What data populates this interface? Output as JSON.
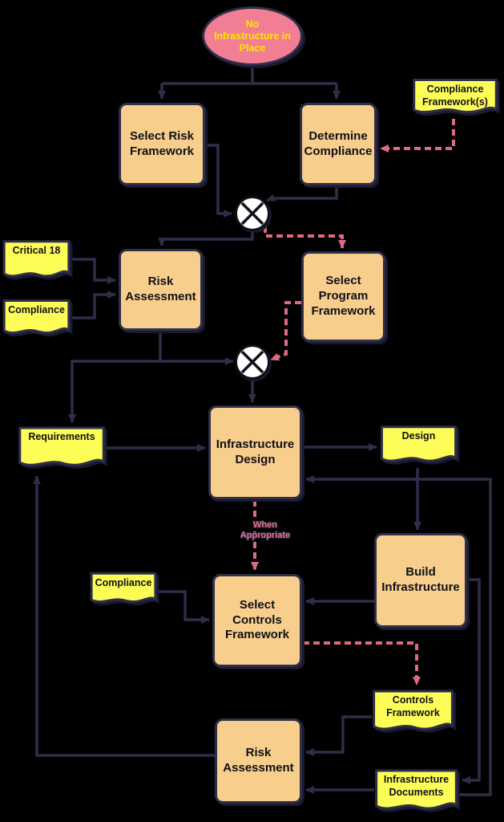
{
  "background": "#000000",
  "colors": {
    "box_fill": "#F7CE8B",
    "box_border": "#2E2E4A",
    "doc_fill": "#FDFD57",
    "start_fill": "#F17E93",
    "start_text": "#FFE500",
    "solid_arrow": "#2E2E4A",
    "dashed_arrow": "#DC6A80",
    "junction_fill": "#FFFFFF",
    "shadow": "#191930"
  },
  "nodes": {
    "start": {
      "label": "No Infrastructure in Place"
    },
    "compliance_frameworks": {
      "label": "Compliance Framework(s)"
    },
    "select_risk_framework": {
      "label": "Select Risk Framework"
    },
    "determine_compliance": {
      "label": "Determine Compliance"
    },
    "critical_18": {
      "label": "Critical 18"
    },
    "compliance_1": {
      "label": "Compliance"
    },
    "risk_assessment_1": {
      "label": "Risk Assessment"
    },
    "select_program_framework": {
      "label": "Select Program Framework"
    },
    "requirements": {
      "label": "Requirements"
    },
    "infrastructure_design": {
      "label": "Infrastructure Design"
    },
    "design": {
      "label": "Design"
    },
    "build_infrastructure": {
      "label": "Build Infrastructure"
    },
    "compliance_2": {
      "label": "Compliance"
    },
    "select_controls_framework": {
      "label": "Select Controls Framework"
    },
    "controls_framework": {
      "label": "Controls Framework"
    },
    "risk_assessment_2": {
      "label": "Risk Assessment"
    },
    "infrastructure_documents": {
      "label": "Infrastructure Documents"
    }
  },
  "edge_labels": {
    "when_appropriate": "When Appropriate"
  }
}
